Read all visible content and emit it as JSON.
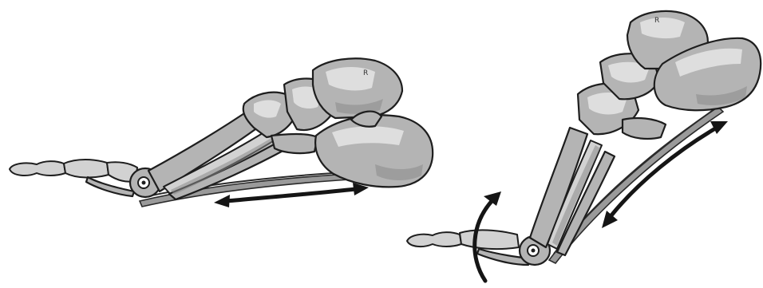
{
  "figure": {
    "panels": [
      {
        "id": "foot-relaxed",
        "marker": "R"
      },
      {
        "id": "foot-dorsiflexed",
        "marker": "R"
      }
    ]
  }
}
